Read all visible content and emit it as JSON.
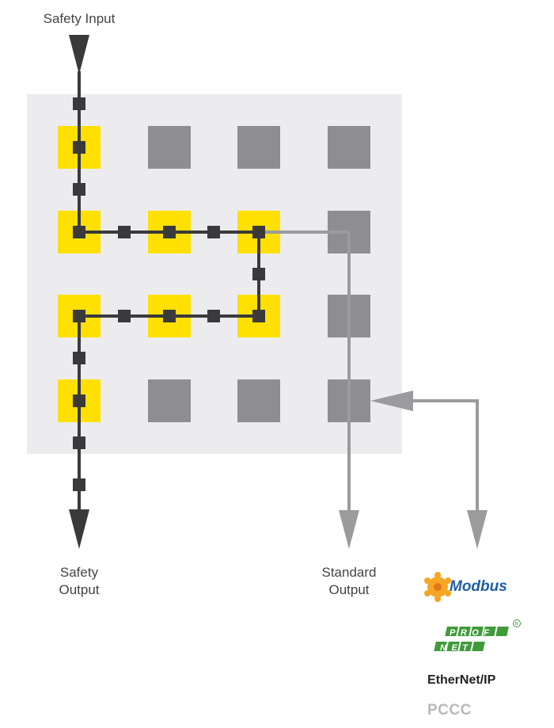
{
  "labels": {
    "safety_input": "Safety Input",
    "safety_output_line1": "Safety",
    "safety_output_line2": "Output",
    "standard_output_line1": "Standard",
    "standard_output_line2": "Output"
  },
  "protocols": {
    "modbus": "Modbus",
    "profinet_top": "PROFI",
    "profinet_bottom": "NET",
    "ethernet_ip": "EtherNet/IP",
    "pccc": "PCCC"
  },
  "colors": {
    "panel": "#ececee",
    "safety_block": "#ffe000",
    "standard_block": "#8e8e91",
    "safety_line": "#3a3a3c",
    "standard_line": "#9b9b9e",
    "profinet_green": "#3f9b3a",
    "modbus_blue": "#1f5fa8"
  },
  "icons": {
    "modbus": "modbus-gear-logo",
    "profinet": "profinet-logo",
    "registered": "registered-mark"
  }
}
